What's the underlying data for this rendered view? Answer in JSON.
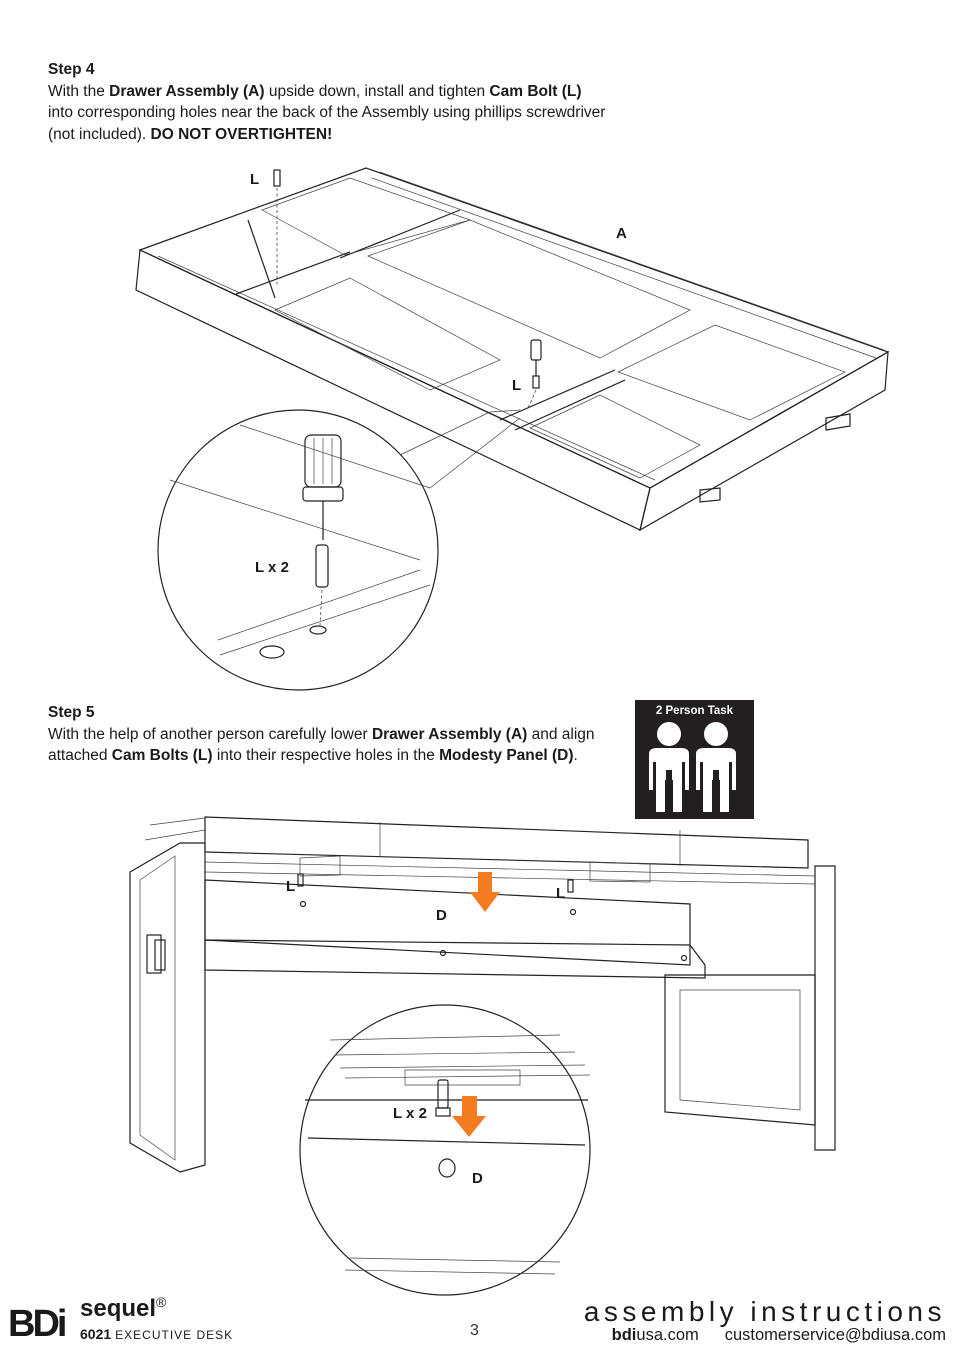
{
  "step4": {
    "heading": "Step 4",
    "t1": "With the ",
    "b1": "Drawer Assembly (A)",
    "t2": " upside down, install and tighten ",
    "b2": "Cam Bolt (L)",
    "t3": " into corresponding holes near the back of the Assembly using phillips screwdriver (not included). ",
    "b3": "DO NOT OVERTIGHTEN!"
  },
  "step5": {
    "heading": "Step 5",
    "t1": "With the help of another person carefully lower ",
    "b1": "Drawer Assembly (A)",
    "t2": " and align attached ",
    "b2": "Cam Bolts (L)",
    "t3": " into their respective holes in the ",
    "b3": "Modesty Panel (D)",
    "t4": "."
  },
  "diagram1": {
    "label_l": "L",
    "label_a": "A",
    "label_l2": "L",
    "callout": "L x 2"
  },
  "diagram2": {
    "label_l_left": "L",
    "label_l_right": "L",
    "label_d": "D",
    "callout": "L x 2",
    "callout_d": "D",
    "arrow_color": "#f47b20"
  },
  "badge": {
    "text": "2 Person Task",
    "icon": "two-person-icon"
  },
  "footer": {
    "logo": "BDi",
    "brand": "sequel",
    "registered": "®",
    "model_number": "6021",
    "model_name": "EXECUTIVE DESK",
    "page_number": "3",
    "title": "assembly instructions",
    "site_bold": "bdi",
    "site_rest": "usa.com",
    "email": "customerservice@bdiusa.com"
  }
}
